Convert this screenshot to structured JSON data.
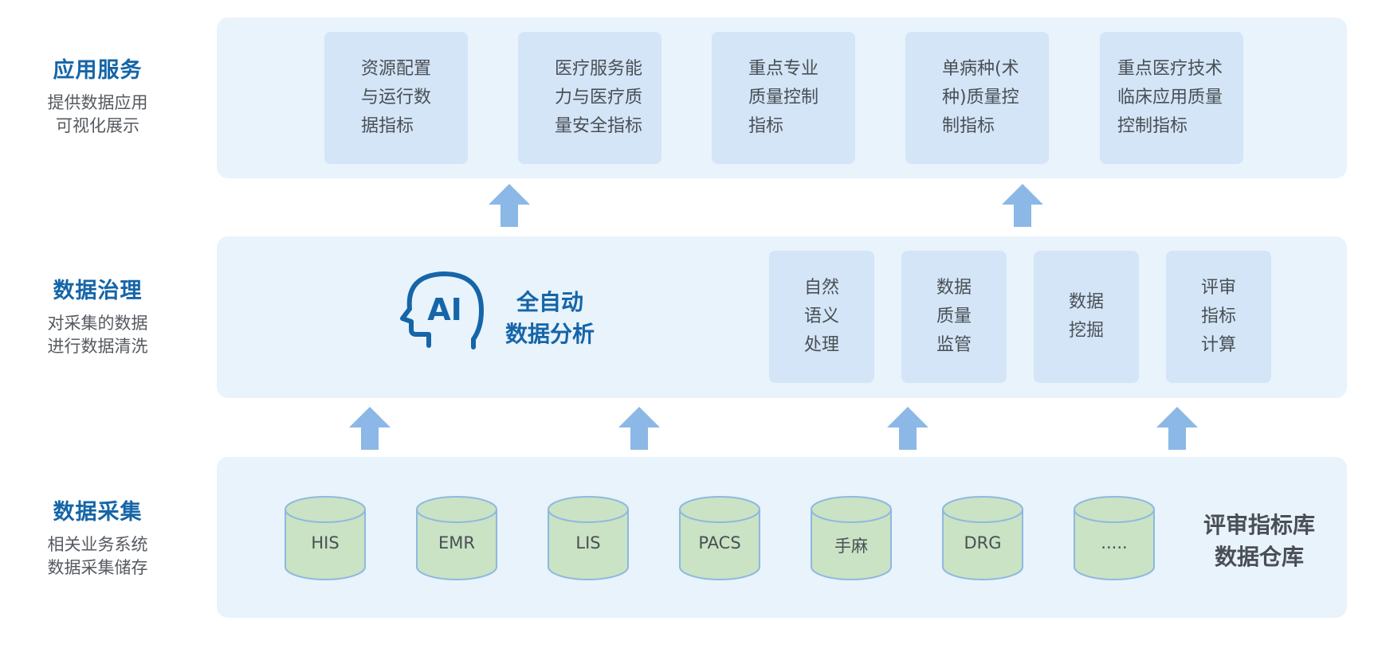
{
  "layers": [
    {
      "title": "应用服务",
      "subtitle_lines": [
        "提供数据应用",
        "可视化展示"
      ]
    },
    {
      "title": "数据治理",
      "subtitle_lines": [
        "对采集的数据",
        "进行数据清洗"
      ]
    },
    {
      "title": "数据采集",
      "subtitle_lines": [
        "相关业务系统",
        "数据采集储存"
      ]
    }
  ],
  "application_cards": [
    {
      "lines": [
        "资源配置",
        "与运行数",
        "据指标"
      ]
    },
    {
      "lines": [
        "医疗服务能",
        "力与医疗质",
        "量安全指标"
      ]
    },
    {
      "lines": [
        "重点专业",
        "质量控制",
        "指标"
      ]
    },
    {
      "lines": [
        "单病种(术",
        "种)质量控",
        "制指标"
      ]
    },
    {
      "lines": [
        "重点医疗技术",
        "临床应用质量",
        "控制指标"
      ]
    }
  ],
  "ai_block": {
    "icon_text": "AI",
    "title_lines": [
      "全自动",
      "数据分析"
    ]
  },
  "governance_cards": [
    {
      "lines": [
        "自然",
        "语义",
        "处理"
      ]
    },
    {
      "lines": [
        "数据",
        "质量",
        "监管"
      ]
    },
    {
      "lines": [
        "数据",
        "挖掘"
      ]
    },
    {
      "lines": [
        "评审",
        "指标",
        "计算"
      ]
    }
  ],
  "data_sources": [
    "HIS",
    "EMR",
    "LIS",
    "PACS",
    "手麻",
    "DRG",
    "....."
  ],
  "warehouse_lines": [
    "评审指标库",
    "数据仓库"
  ],
  "colors": {
    "accent": "#1565a8",
    "panel_bg": "#e8f3fc",
    "card_bg": "#d3e5f6",
    "arrow": "#8bb8e6",
    "db_fill": "#c9e3c4",
    "db_stroke": "#8fb8e0"
  }
}
